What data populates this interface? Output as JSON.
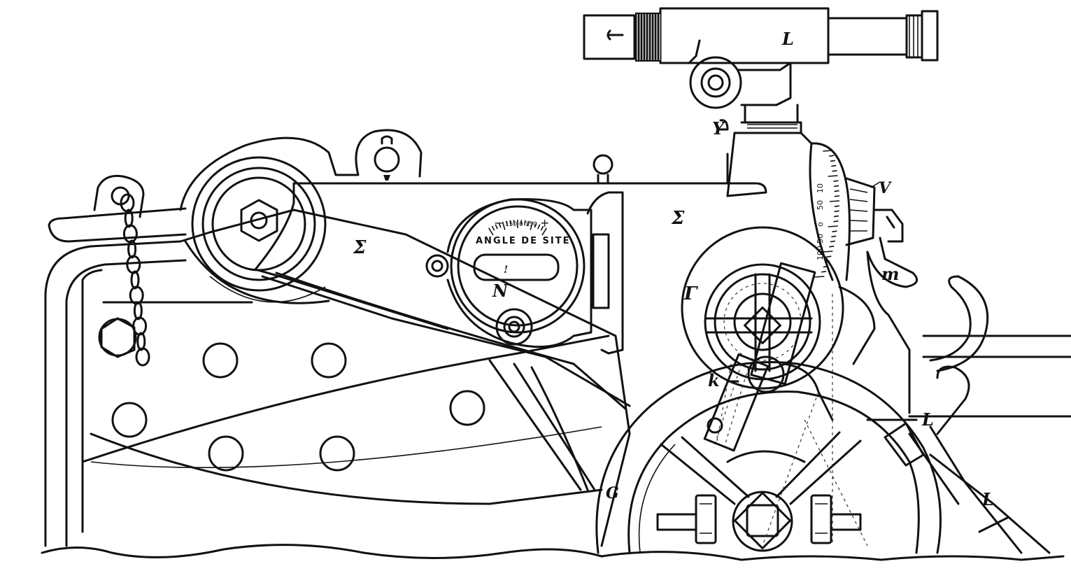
{
  "labels": {
    "telescope": "L",
    "bracket": "Y",
    "sigma_left": "Σ",
    "sigma_right": "Σ",
    "level_window": "N",
    "vernier": "V",
    "handle": "m",
    "handwheel_small": "Γ",
    "pinion": "k",
    "handwheel_large": "G",
    "rod_upper": "L",
    "rod_lower": "L"
  },
  "dial": {
    "title": "ANGLE DE SITE",
    "minus": "−",
    "plus": "+",
    "small": "150 0 150",
    "pointer": "!"
  },
  "scale": {
    "ticks": [
      "10",
      "50",
      "o",
      "50",
      "100"
    ]
  }
}
